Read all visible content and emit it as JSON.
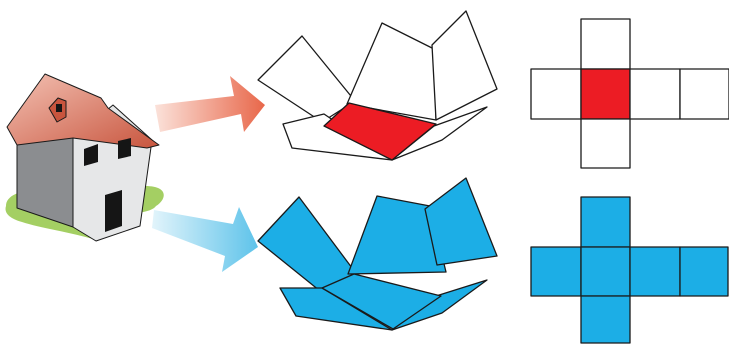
{
  "colors": {
    "background": "#ffffff",
    "outline": "#1a1a1a",
    "red_face": "#ec1c24",
    "blue_face": "#1caee6",
    "white_face": "#ffffff",
    "arrow_red": "#e8674a",
    "arrow_red_fade": "#fbe2da",
    "arrow_blue": "#5ec3ea",
    "arrow_blue_fade": "#e2f4fb",
    "roof_light": "#f3c1b3",
    "roof_dark": "#c8553e",
    "wall_side": "#8b8d90",
    "wall_front": "#e6e7e8",
    "grass": "#a4cf63",
    "window": "#151515"
  },
  "icons": {
    "house": "house-icon",
    "arrow_to_outline": "arrow-right-icon",
    "arrow_to_filled": "arrow-right-icon"
  },
  "diagram": {
    "red_net_highlight": "center-square",
    "nets": [
      "cross-net-outline",
      "cross-net-filled"
    ]
  }
}
